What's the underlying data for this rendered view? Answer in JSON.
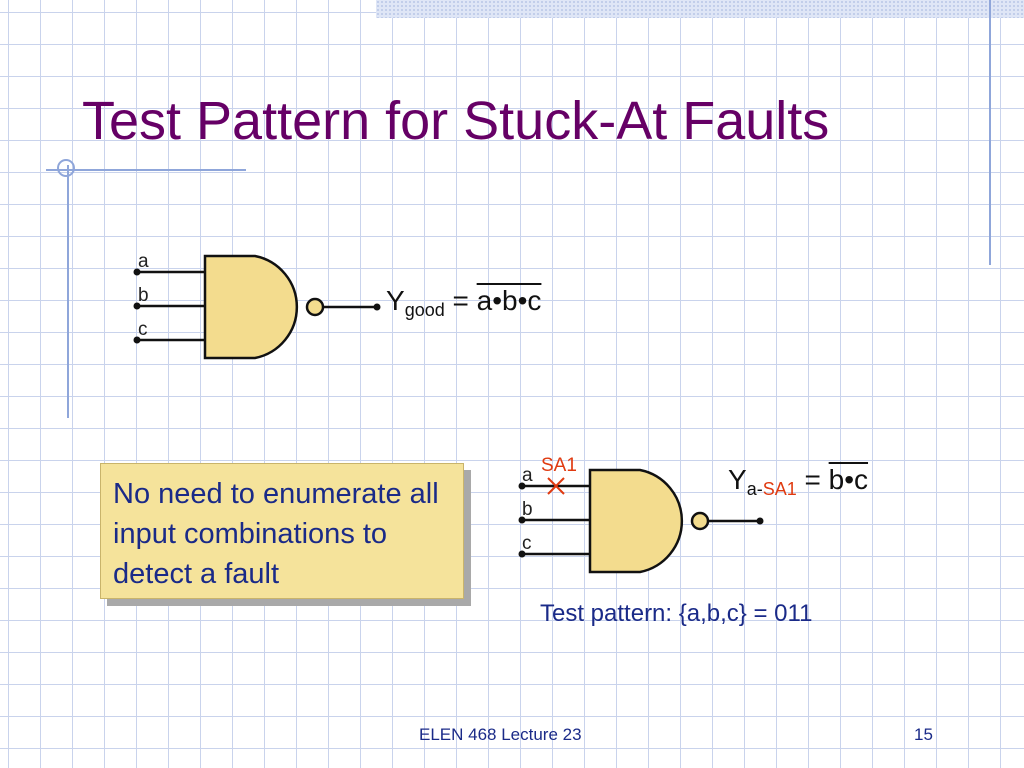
{
  "slide": {
    "title": "Test Pattern for Stuck-At Faults",
    "footer": "ELEN 468 Lecture 23",
    "page_number": "15"
  },
  "gate_good": {
    "inputs": [
      "a",
      "b",
      "c"
    ],
    "output_symbol": "Y",
    "output_subscript": "good",
    "equals": "=",
    "expression": "a•b•c"
  },
  "gate_fault": {
    "inputs": [
      "a",
      "b",
      "c"
    ],
    "fault_label": "SA1",
    "output_symbol": "Y",
    "output_subscript_prefix": "a-",
    "output_subscript_fault": "SA1",
    "equals": "=",
    "expression": "b•c"
  },
  "callout": {
    "text": "No need to enumerate all input combinations to detect a fault"
  },
  "test_pattern": "Test pattern: {a,b,c} = 011",
  "colors": {
    "title": "#660066",
    "gate_fill": "#f3dc8e",
    "callout_fill": "#f5e39b",
    "body_text": "#1a2a88",
    "fault": "#e03a10",
    "grid": "#c9d3ec"
  }
}
